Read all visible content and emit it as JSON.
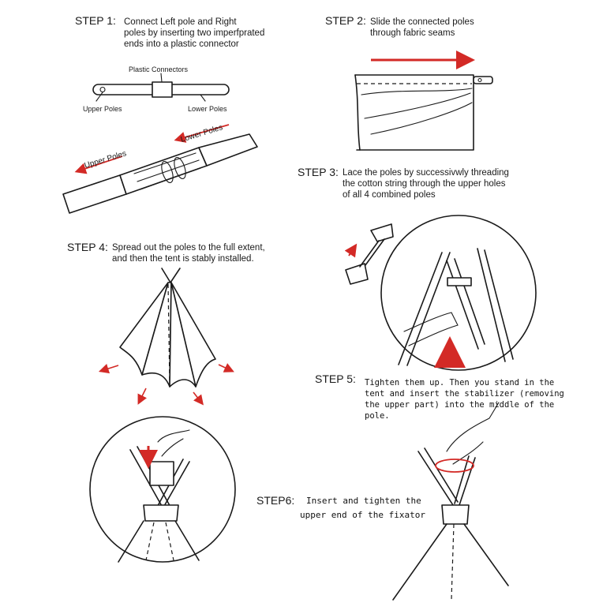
{
  "steps": {
    "step1": {
      "title": "STEP 1:",
      "lines": [
        "Connect Left pole and Right",
        "poles by inserting two imperfprated",
        "ends into a plastic connector"
      ]
    },
    "step2": {
      "title": "STEP 2:",
      "lines": [
        "Slide the connected poles",
        "through fabric seams"
      ]
    },
    "step3": {
      "title": "STEP 3:",
      "lines": [
        "Lace the poles by successivwly threading",
        "the cotton string through the upper holes",
        "of all 4 combined poles"
      ]
    },
    "step4": {
      "title": "STEP 4:",
      "lines": [
        "Spread out the poles to the full extent,",
        "and then the tent is stably installed."
      ]
    },
    "step5": {
      "title": "STEP 5:",
      "lines": [
        "Tighten them up. Then you stand in the",
        "tent and insert the stabilizer (removing",
        "the  upper part) into the middle of the",
        "pole."
      ]
    },
    "step6": {
      "title": "STEP6:",
      "lines": [
        "Insert and tighten the",
        "upper end of the fixator"
      ]
    }
  },
  "labels": {
    "plastic_connectors": "Plastic Connectors",
    "upper_poles": "Upper Poles",
    "lower_poles": "Lower Poles"
  },
  "colors": {
    "arrow_red": "#d32a26",
    "ink": "#1a1a1a"
  }
}
